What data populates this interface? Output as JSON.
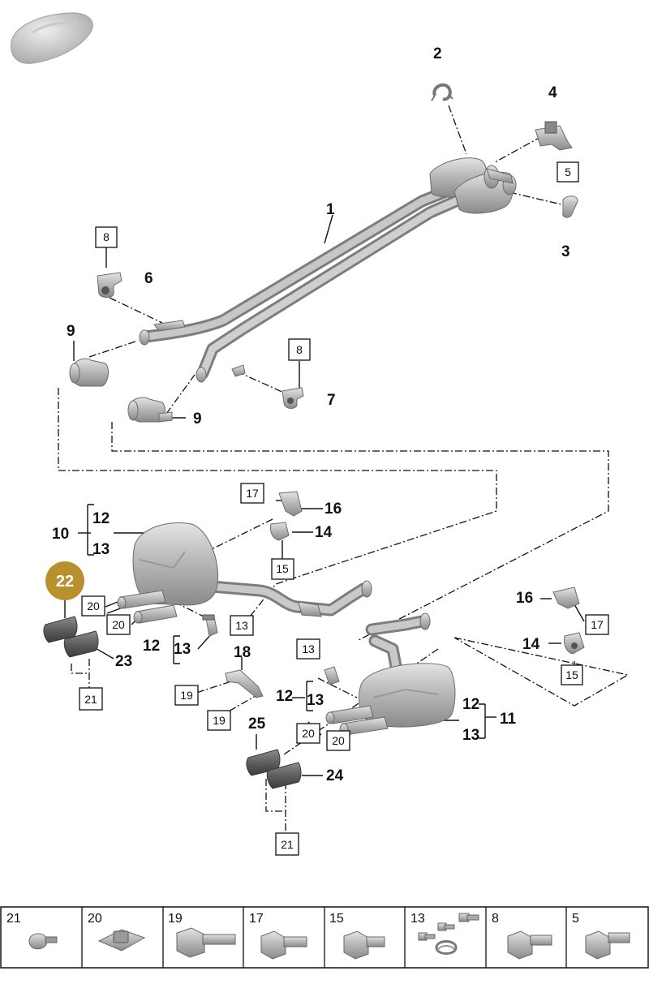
{
  "diagram": {
    "highlight_color": "#B8902E",
    "callouts": {
      "n1": "1",
      "n2": "2",
      "n3": "3",
      "n4": "4",
      "n6": "6",
      "n7": "7",
      "n9a": "9",
      "n9b": "9",
      "n10": "10",
      "n11": "11",
      "n12a": "12",
      "n12b": "12",
      "n12c": "12",
      "n12d": "12",
      "n13a": "13",
      "n13b": "13",
      "n13c": "13",
      "n13d": "13",
      "n14a": "14",
      "n14b": "14",
      "n16a": "16",
      "n16b": "16",
      "n18": "18",
      "n22": "22",
      "n23": "23",
      "n24": "24",
      "n25": "25"
    },
    "boxes": {
      "b5": "5",
      "b8a": "8",
      "b8b": "8",
      "b13a": "13",
      "b13b": "13",
      "b15a": "15",
      "b15b": "15",
      "b17a": "17",
      "b17b": "17",
      "b19a": "19",
      "b19b": "19",
      "b20a": "20",
      "b20b": "20",
      "b20c": "20",
      "b20d": "20",
      "b21a": "21",
      "b21b": "21"
    }
  },
  "legend": {
    "cells": [
      {
        "label": "21",
        "icon": "rivet-icon"
      },
      {
        "label": "20",
        "icon": "clip-nut-icon"
      },
      {
        "label": "19",
        "icon": "hex-bolt-icon"
      },
      {
        "label": "17",
        "icon": "hex-bolt-icon"
      },
      {
        "label": "15",
        "icon": "hex-bolt-icon"
      },
      {
        "label": "13",
        "icon": "bolt-set-clamp-icon"
      },
      {
        "label": "8",
        "icon": "hex-bolt-icon"
      },
      {
        "label": "5",
        "icon": "hex-bolt-icon"
      }
    ]
  }
}
